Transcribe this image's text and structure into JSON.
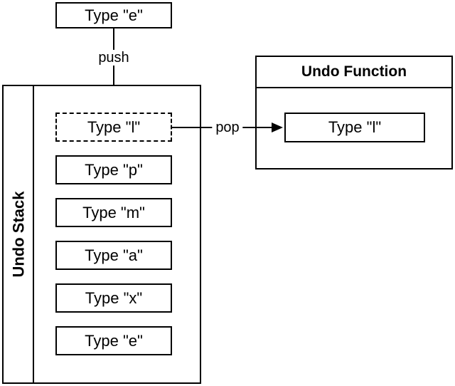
{
  "pushed_box": {
    "label": "Type \"e\""
  },
  "push_arrow": {
    "label": "push"
  },
  "pop_arrow": {
    "label": "pop"
  },
  "undo_stack": {
    "title": "Undo Stack",
    "items": [
      {
        "label": "Type \"l\"",
        "border": "dashed"
      },
      {
        "label": "Type \"p\"",
        "border": "solid"
      },
      {
        "label": "Type \"m\"",
        "border": "solid"
      },
      {
        "label": "Type \"a\"",
        "border": "solid"
      },
      {
        "label": "Type \"x\"",
        "border": "solid"
      },
      {
        "label": "Type \"e\"",
        "border": "solid"
      }
    ]
  },
  "undo_function": {
    "title": "Undo Function",
    "item": {
      "label": "Type \"l\""
    }
  },
  "colors": {
    "line": "#000000",
    "text": "#000000",
    "background": "#ffffff"
  }
}
